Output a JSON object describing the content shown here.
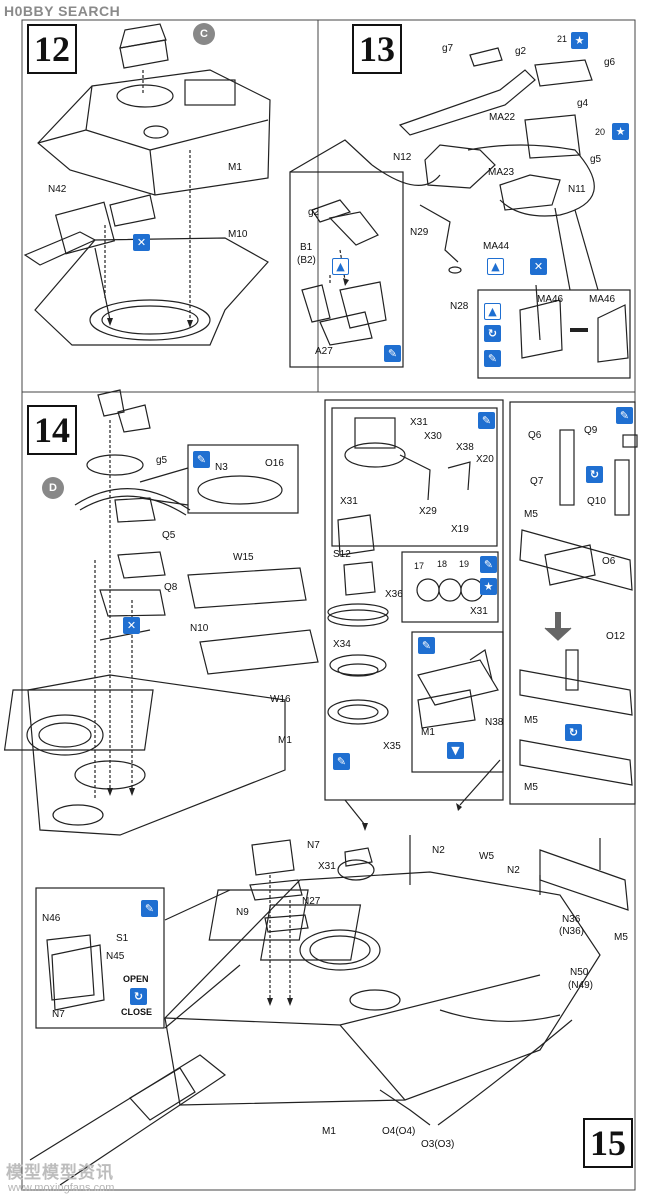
{
  "watermark": {
    "top": "H0BBY SEARCH",
    "bottom": "模型模型资讯",
    "url": "www.moxingfans.com"
  },
  "steps": {
    "s12": "12",
    "s13": "13",
    "s14": "14",
    "s15": "15"
  },
  "callouts": {
    "c": "C",
    "d": "D"
  },
  "step12": {
    "parts": [
      "M1",
      "N42",
      "M10"
    ]
  },
  "step13": {
    "parts": [
      "g7",
      "g2",
      "g6",
      "g4",
      "MA22",
      "N12",
      "MA23",
      "g5",
      "N11",
      "N29",
      "MA44",
      "N28",
      "g2",
      "B1",
      "(B2)",
      "A27",
      "MA46",
      "MA46"
    ],
    "decals": [
      "21",
      "20"
    ]
  },
  "step14": {
    "parts": [
      "g5",
      "N3",
      "O16",
      "Q5",
      "Q8",
      "W15",
      "N10",
      "W16",
      "M1"
    ],
    "hatch_parts": [
      "X31",
      "X30",
      "X38",
      "X20",
      "X29",
      "X19",
      "X31",
      "S12",
      "X36",
      "X31",
      "X34",
      "X35"
    ],
    "decals": [
      "17",
      "18",
      "19"
    ],
    "mg_parts": [
      "Q6",
      "Q9",
      "Q7",
      "Q10",
      "M5",
      "O6",
      "O12",
      "M5",
      "M5"
    ],
    "m1_parts": [
      "M1",
      "N38"
    ]
  },
  "step15": {
    "parts": [
      "N7",
      "X31",
      "N2",
      "W5",
      "N2",
      "N9",
      "N27",
      "N36",
      "(N36)",
      "M5",
      "N50",
      "(N49)",
      "M1",
      "O4(O4)",
      "O3(O3)"
    ],
    "inset_parts": [
      "N46",
      "S1",
      "N45",
      "N7"
    ],
    "open_label": "OPEN",
    "close_label": "CLOSE"
  }
}
